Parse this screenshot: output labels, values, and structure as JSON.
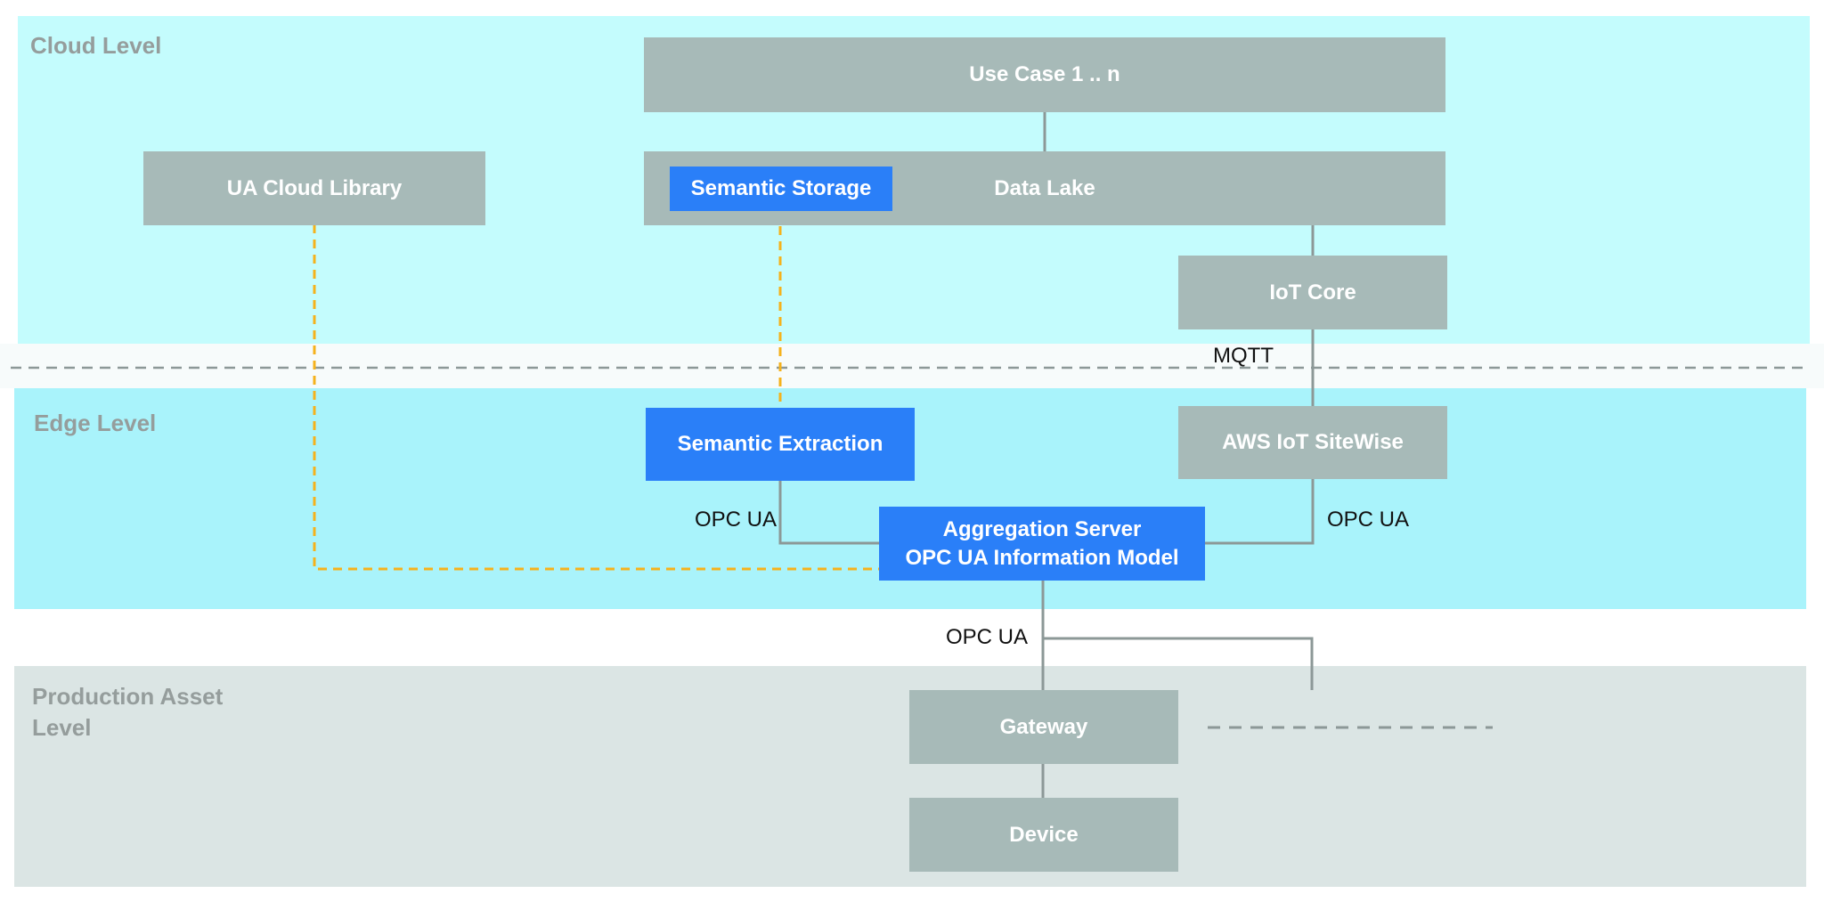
{
  "levels": {
    "cloud": "Cloud Level",
    "edge": "Edge Level",
    "production_line1": "Production Asset",
    "production_line2": "Level"
  },
  "boxes": {
    "use_case": "Use Case 1 .. n",
    "ua_cloud_library": "UA Cloud Library",
    "semantic_storage": "Semantic Storage",
    "data_lake": "Data Lake",
    "iot_core": "IoT Core",
    "semantic_extraction": "Semantic Extraction",
    "aws_sitewise": "AWS IoT SiteWise",
    "aggregation_line1": "Aggregation Server",
    "aggregation_line2": "OPC UA Information Model",
    "gateway": "Gateway",
    "device": "Device"
  },
  "connections": {
    "mqtt": "MQTT",
    "opc_ua_left": "OPC UA",
    "opc_ua_right": "OPC UA",
    "opc_ua_bottom": "OPC UA"
  },
  "colors": {
    "cloud_zone": "#c4fcfd",
    "edge_zone": "#a9f3fb",
    "production_zone": "#dbe5e4",
    "grey_box": "#a7bab8",
    "blue_box": "#2a7ff8",
    "semantic_link": "#f5b21c",
    "connector": "#8c9897"
  }
}
